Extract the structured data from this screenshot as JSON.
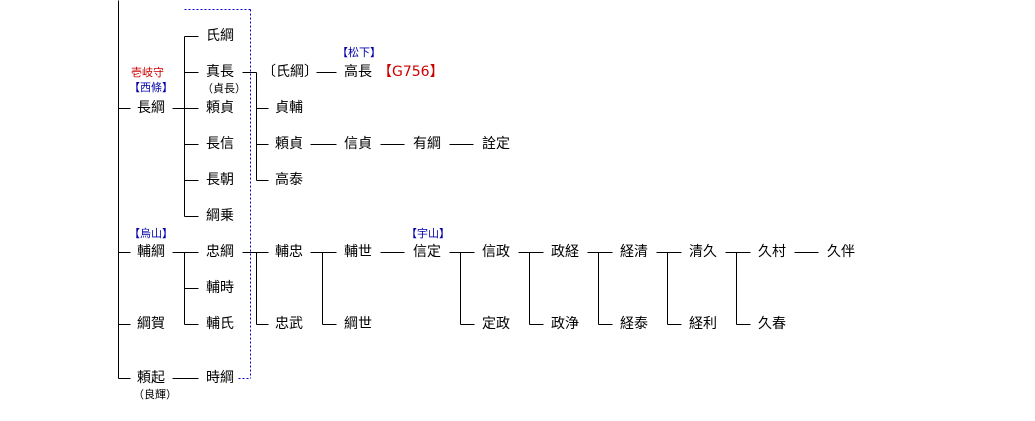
{
  "colors": {
    "line": "#000000",
    "note_blue": "#0000aa",
    "note_red": "#cc0000",
    "dashed": "#0000cc"
  },
  "names": {
    "ujitsuna": "氏綱",
    "sanenaga": "真長",
    "sanenaga_alias": "（貞長）",
    "kami_note": "壱岐守",
    "saijo_note": "【西條】",
    "nagatsuna": "長綱",
    "yorisada": "頼貞",
    "naganobu": "長信",
    "nagatomo": "長朝",
    "tsunanori": "綱乗",
    "ujitsuna_bracket": "〔氏綱〕",
    "matsushita_note": "【松下】",
    "takanaga": "高長",
    "g_ref": "【G756】",
    "sadasuke": "貞輔",
    "yorisada2": "頼貞",
    "nobusada": "信貞",
    "aritsuna": "有綱",
    "nosada": "詮定",
    "takayasu": "高泰",
    "karasuyama_note": "【烏山】",
    "sukezuna": "輔綱",
    "tadatsuna": "忠綱",
    "sukatada": "輔忠",
    "sukeyo": "輔世",
    "uyama_note": "【宇山】",
    "nobusada2": "信定",
    "nobumasa": "信政",
    "masatsune": "政経",
    "tsunekiyo": "経清",
    "kiyohisa": "清久",
    "hisamura": "久村",
    "hisatomo": "久伴",
    "suketoki": "輔時",
    "tsunaga": "綱賀",
    "sukeuji": "輔氏",
    "tadatake": "忠武",
    "tsunayo": "綱世",
    "sadamasa": "定政",
    "masakiyo": "政浄",
    "tsuneyasu": "経泰",
    "tsunetoshi": "経利",
    "hisaharu": "久春",
    "yoriki": "頼起",
    "yoriki_alias": "（良輝）",
    "tokitsuna": "時綱"
  }
}
